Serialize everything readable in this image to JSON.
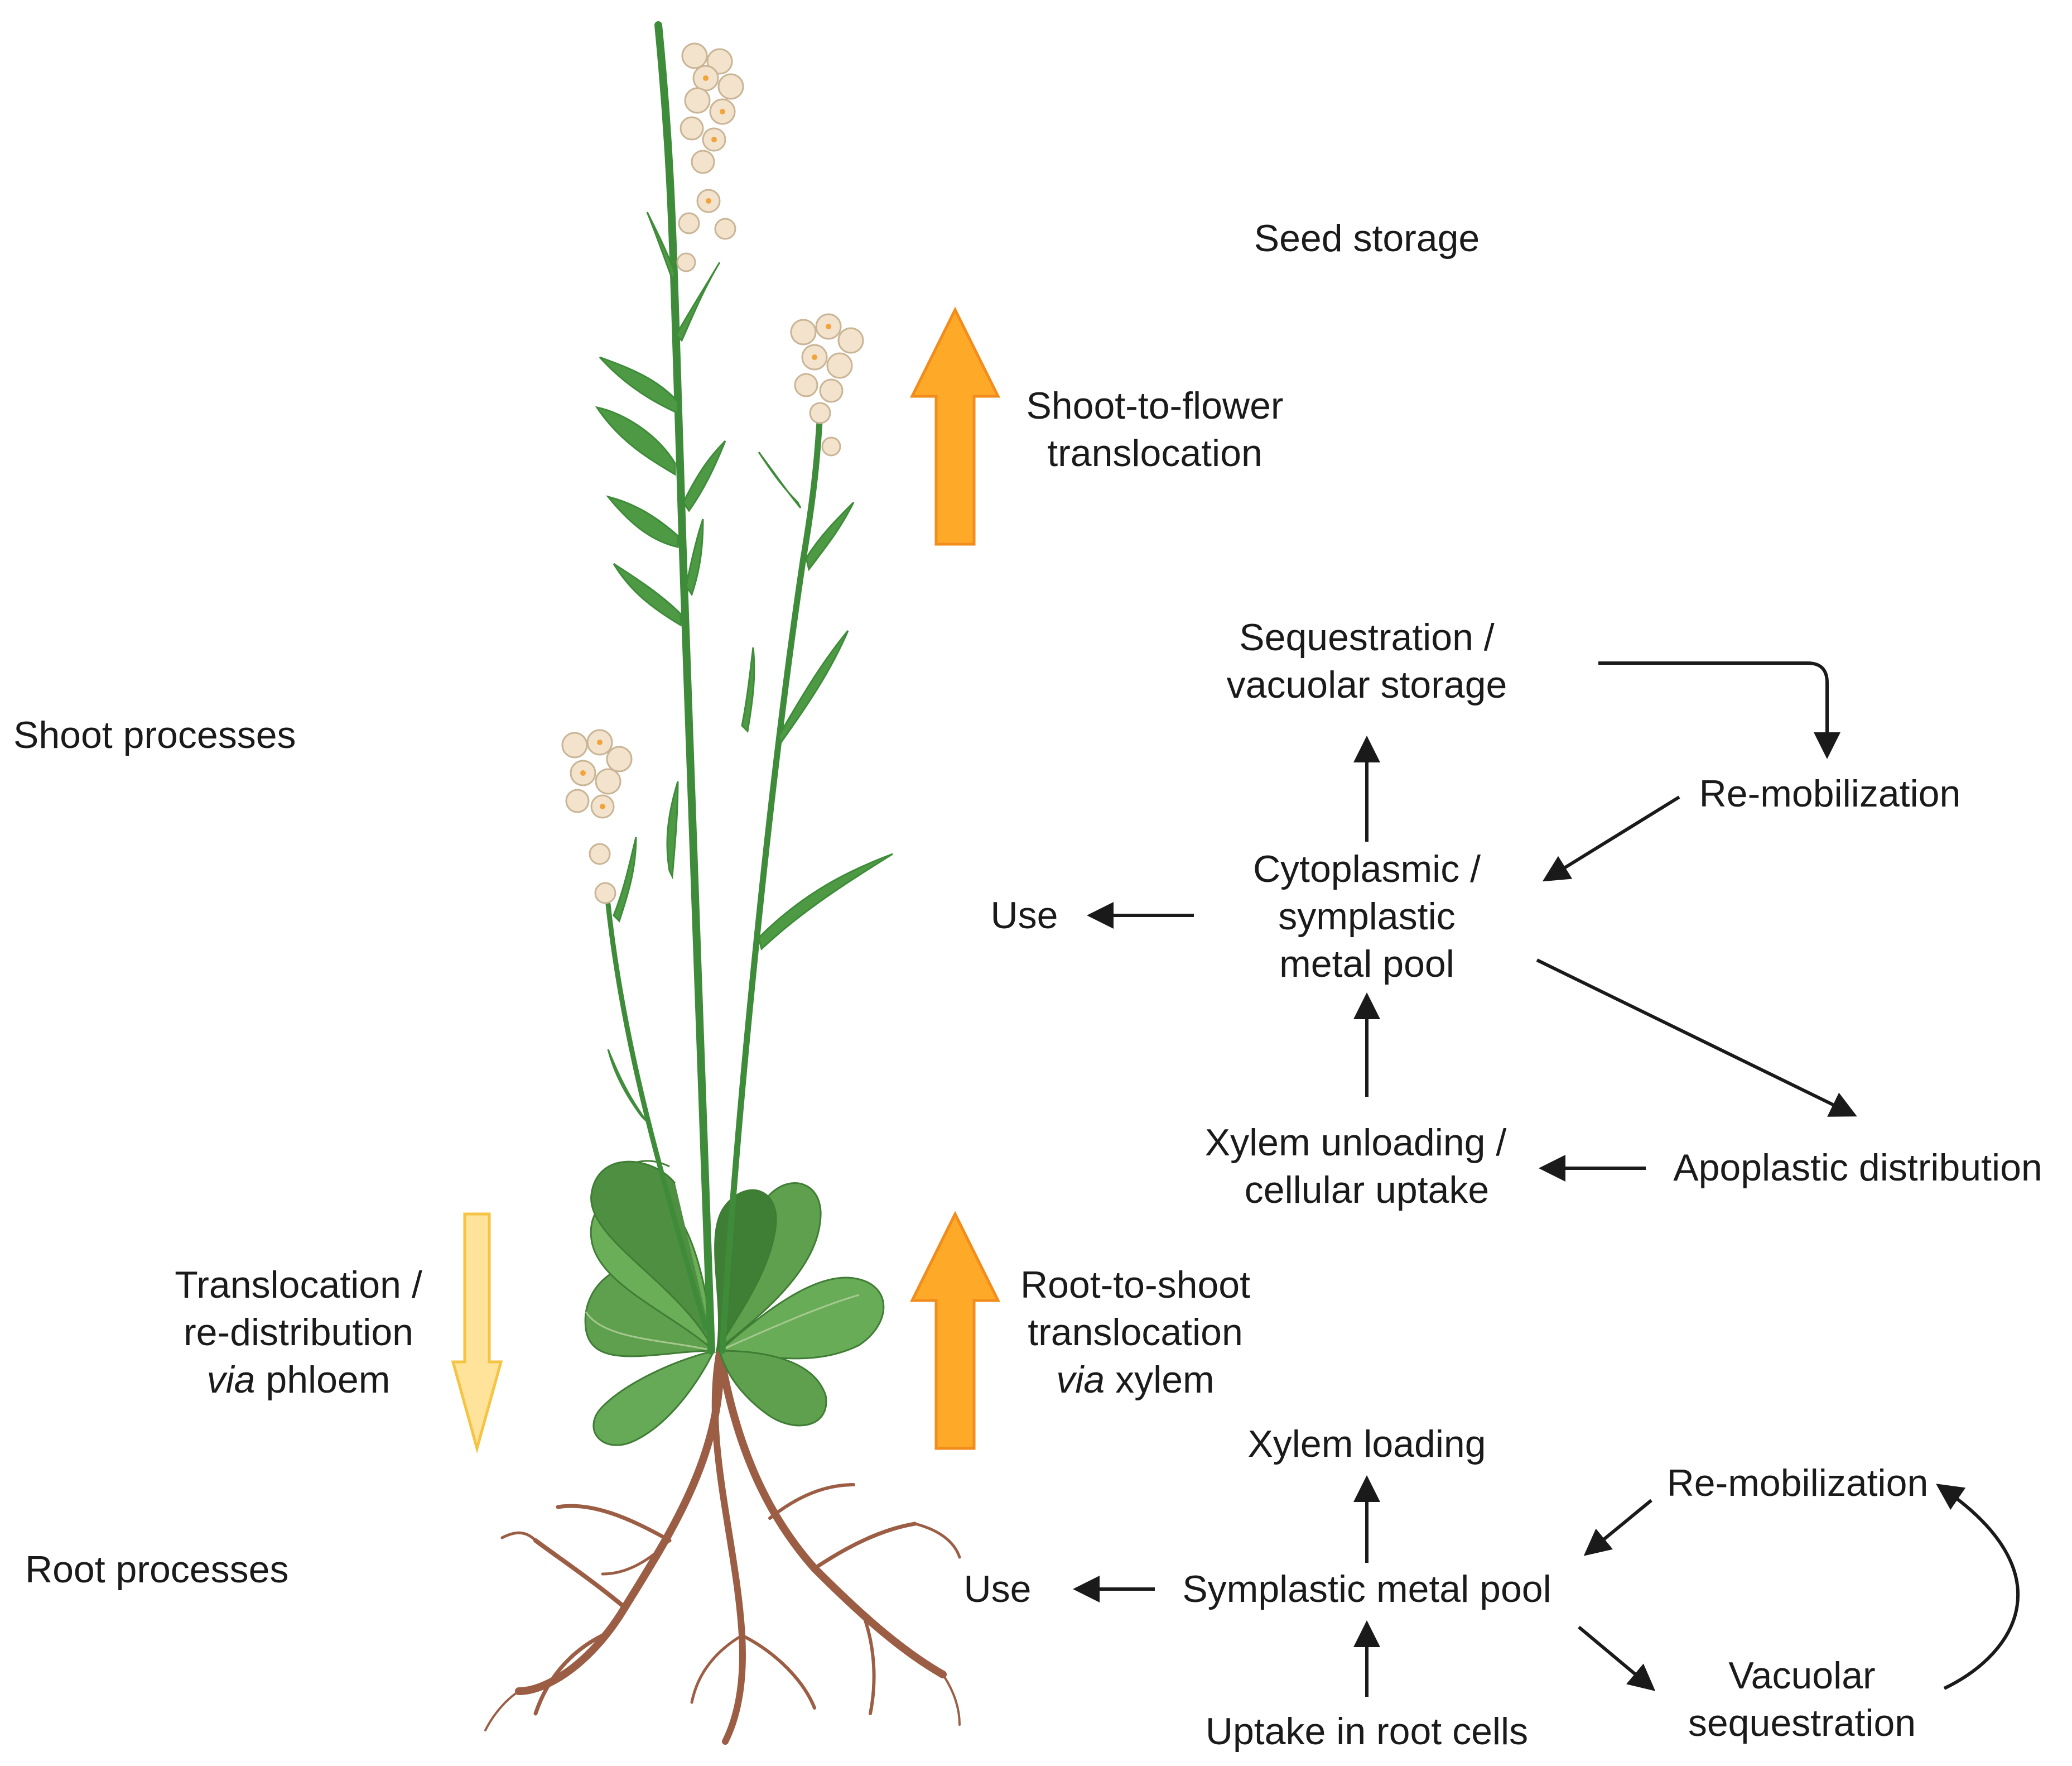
{
  "labels": {
    "seed_storage": "Seed storage",
    "shoot_processes": "Shoot processes",
    "root_processes": "Root processes",
    "shoot_to_flower_1": "Shoot-to-flower",
    "shoot_to_flower_2": "translocation",
    "sequestration_1": "Sequestration /",
    "sequestration_2": "vacuolar storage",
    "remob_shoot": "Re-mobilization",
    "cyto_1": "Cytoplasmic /",
    "cyto_2": "symplastic",
    "cyto_3": "metal pool",
    "use_shoot": "Use",
    "xylem_unload_1": "Xylem unloading /",
    "xylem_unload_2": "cellular uptake",
    "apoplastic": "Apoplastic distribution",
    "transloc_1": "Translocation /",
    "transloc_2": "re-distribution",
    "transloc_3_italic": "via",
    "transloc_3_rest": " phloem",
    "root_to_shoot_1": "Root-to-shoot",
    "root_to_shoot_2": "translocation",
    "root_to_shoot_3_italic": "via",
    "root_to_shoot_3_rest": " xylem",
    "xylem_loading": "Xylem loading",
    "remob_root": "Re-mobilization",
    "use_root": "Use",
    "symplastic_pool": "Symplastic metal pool",
    "uptake_root": "Uptake in root cells",
    "vacuolar_1": "Vacuolar",
    "vacuolar_2": "sequestration"
  },
  "colors": {
    "orange_arrow": "#FFA929",
    "orange_stroke": "#F28C1C",
    "pale_arrow": "#FFE39A",
    "pale_stroke": "#F6C343",
    "stem": "#3E8C3A",
    "leaf": "#5FA04E",
    "root": "#9B5E45",
    "flower": "#F3E3CC"
  }
}
